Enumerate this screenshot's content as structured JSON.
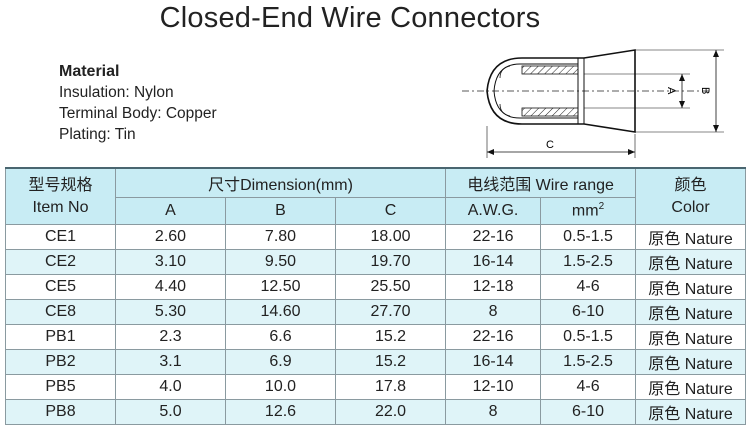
{
  "title": "Closed-End Wire Connectors",
  "material": {
    "heading": "Material",
    "lines": [
      "Insulation: Nylon",
      "Terminal Body: Copper",
      "Plating: Tin"
    ]
  },
  "drawing": {
    "label_a": "A",
    "label_b": "B",
    "label_c": "C"
  },
  "table": {
    "header": {
      "model_cn": "型号规格",
      "model_en": "Item No",
      "dimension": "尺寸Dimension(mm)",
      "wire_range": "电线范围 Wire range",
      "color_cn": "颜色",
      "color_en": "Color",
      "col_a": "A",
      "col_b": "B",
      "col_c": "C",
      "col_awg": "A.W.G.",
      "col_mm": "mm",
      "col_mm_sup": "2"
    },
    "rows": [
      [
        "CE1",
        "2.60",
        "7.80",
        "18.00",
        "22-16",
        "0.5-1.5",
        "原色 Nature"
      ],
      [
        "CE2",
        "3.10",
        "9.50",
        "19.70",
        "16-14",
        "1.5-2.5",
        "原色 Nature"
      ],
      [
        "CE5",
        "4.40",
        "12.50",
        "25.50",
        "12-18",
        "4-6",
        "原色 Nature"
      ],
      [
        "CE8",
        "5.30",
        "14.60",
        "27.70",
        "8",
        "6-10",
        "原色 Nature"
      ],
      [
        "PB1",
        "2.3",
        "6.6",
        "15.2",
        "22-16",
        "0.5-1.5",
        "原色 Nature"
      ],
      [
        "PB2",
        "3.1",
        "6.9",
        "15.2",
        "16-14",
        "1.5-2.5",
        "原色 Nature"
      ],
      [
        "PB5",
        "4.0",
        "10.0",
        "17.8",
        "12-10",
        "4-6",
        "原色 Nature"
      ],
      [
        "PB8",
        "5.0",
        "12.6",
        "22.0",
        "8",
        "6-10",
        "原色 Nature"
      ]
    ]
  }
}
